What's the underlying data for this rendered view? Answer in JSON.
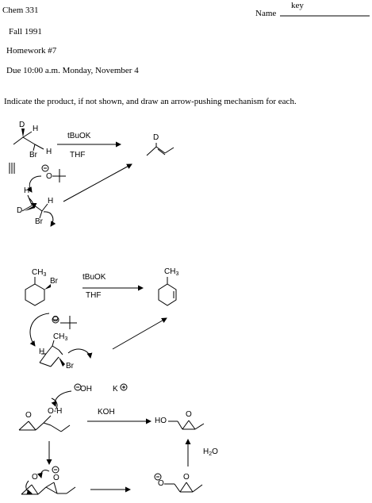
{
  "header": {
    "course": "Chem 331",
    "key_label": "key",
    "name_label": "Name",
    "term": "Fall  1991",
    "homework": "Homework #7",
    "due": "Due 10:00 a.m. Monday,  November 4"
  },
  "instructions": "Indicate the product, if not shown, and draw an arrow-pushing mechanism for each.",
  "problem1": {
    "reagent": "tBuOK",
    "solvent": "THF",
    "atoms": {
      "d_top": "D",
      "h_top": "H",
      "br_top": "Br",
      "h_right": "H",
      "product_d": "D",
      "base_o": "O",
      "mech_h1": "H",
      "mech_h2": "H",
      "mech_d": "D",
      "mech_br": "Br"
    }
  },
  "problem2": {
    "reagent": "tBuOK",
    "solvent": "THF",
    "atoms": {
      "ch3_start": "CH",
      "sub3": "3",
      "br_start": "Br",
      "ch3_product": "CH",
      "base_o": "O",
      "ch3_mech": "CH",
      "h_mech": "H",
      "br_mech": "Br"
    }
  },
  "problem3": {
    "reagent": "KOH",
    "water": "H",
    "water_sub": "2",
    "water_o": "O",
    "atoms": {
      "hydroxide": "OH",
      "potassium": "K",
      "ring_o_start": "O",
      "oh_start": "O-H",
      "product_ho": "HO",
      "product_ring_o": "O",
      "ring_o_mech": "O",
      "alkoxide_o": "O",
      "alkoxide_left": "O",
      "alkoxide_ring_o": "O"
    }
  }
}
